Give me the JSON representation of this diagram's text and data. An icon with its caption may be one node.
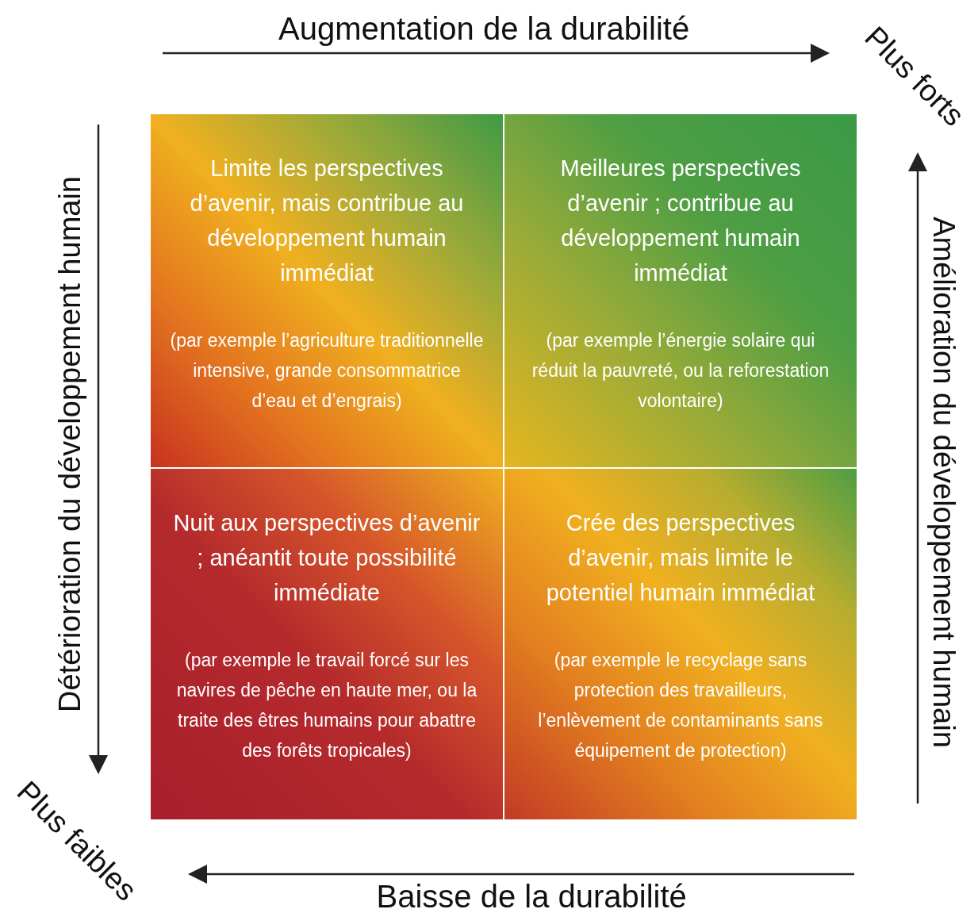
{
  "diagram": {
    "nodes": [
      {
        "text": [
          "Limite les perspectives d’avenir, mais contribue au développement humain immédiat",
          "(par exemple l’agriculture traditionnelle intensive, grande consommatrice d’eau et d’engrais)"
        ]
      },
      {
        "text": [
          "Meilleures perspectives d’avenir ; contribue au développement humain immédiat",
          "(par exemple l’énergie solaire qui réduit la pauvreté, ou la reforestation volontaire)"
        ]
      },
      {
        "text": [
          "Nuit aux perspectives d’avenir ; anéantit toute possibilité immédiate",
          "(par exemple le travail forcé sur les navires de pêche en haute mer, ou la traite des êtres humains pour abattre des forêts tropicales)"
        ]
      },
      {
        "text": [
          "Crée des perspectives d’avenir, mais limite le potentiel humain immédiat",
          "(par exemple le recyclage sans protection des travailleurs, l’enlèvement de contaminants sans équipement de protection)"
        ]
      }
    ],
    "labels": [
      "Augmentation de la durabilité",
      "Plus forts",
      "Détérioration du développement humain",
      "Amélioration du développement humain",
      "Plus faibles",
      "Baisse de la durabilité"
    ]
  }
}
